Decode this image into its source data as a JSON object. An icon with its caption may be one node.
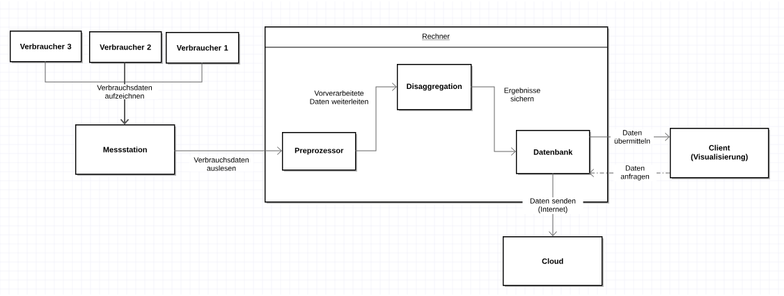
{
  "diagram": {
    "nodes": [
      {
        "text": [
          "Verbraucher 3"
        ]
      },
      {
        "text": [
          "Verbraucher 2"
        ]
      },
      {
        "text": [
          "Verbraucher 1"
        ]
      },
      {
        "text": [
          "Messstation"
        ]
      },
      {
        "text": [
          "Rechner"
        ]
      },
      {
        "text": [
          "Preprozessor"
        ],
        "in": 4
      },
      {
        "text": [
          "Disaggregation"
        ],
        "in": 4
      },
      {
        "text": [
          "Datenbank"
        ],
        "in": 4
      },
      {
        "text": [
          "Client (Visualisierung)"
        ]
      },
      {
        "text": [
          "Cloud"
        ]
      }
    ],
    "edges": [
      {
        "from": 0,
        "to": 3,
        "arrow": "to"
      },
      {
        "from": 1,
        "to": 3,
        "arrow": "to",
        "label": "Verbrauchsdaten aufzeichnen"
      },
      {
        "from": 2,
        "to": 3,
        "arrow": "to"
      },
      {
        "from": 3,
        "to": 5,
        "arrow": "to",
        "label": "Verbrauchsdaten auslesen"
      },
      {
        "from": 5,
        "to": 6,
        "arrow": "to",
        "label": "Vorverarbeitete Daten weiterleiten"
      },
      {
        "from": 6,
        "to": 7,
        "arrow": "to",
        "label": "Ergebnisse sichern"
      },
      {
        "from": 7,
        "to": 8,
        "arrow": "to",
        "label": "Daten übermitteln"
      },
      {
        "from": 8,
        "to": 7,
        "arrow": "to",
        "label": "Daten anfragen",
        "style": "dashed"
      },
      {
        "from": 7,
        "to": 9,
        "arrow": "to",
        "label": "Daten senden (Internet)"
      }
    ]
  }
}
